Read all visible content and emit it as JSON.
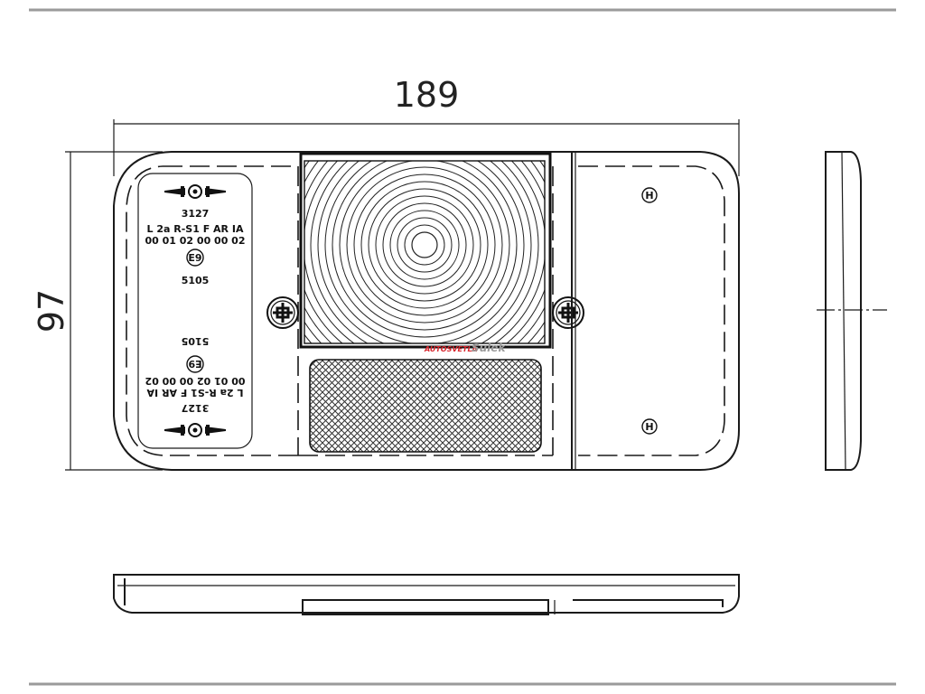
{
  "dimensions": {
    "width_label": "189",
    "height_label": "97"
  },
  "markings": {
    "type_number": "3127",
    "approval_line_1": "L  2a R-S1  F  AR IA",
    "approval_line_2": "00 01   02   00 00 02",
    "e_mark": "E9",
    "approval_number": "5105"
  },
  "screws": [
    "screw-head-left",
    "screw-head-right"
  ],
  "watermark": {
    "text_red": "AUTOSVETLA",
    "text_gray": "Sulek",
    "colors": {
      "red": "#d8262d",
      "gray": "#9a9a9a"
    }
  },
  "reflector_marks": [
    "H",
    "H"
  ],
  "colors": {
    "line": "#1a1a1a",
    "rule": "#9a9a9a",
    "reflector_fill": "#555555"
  }
}
